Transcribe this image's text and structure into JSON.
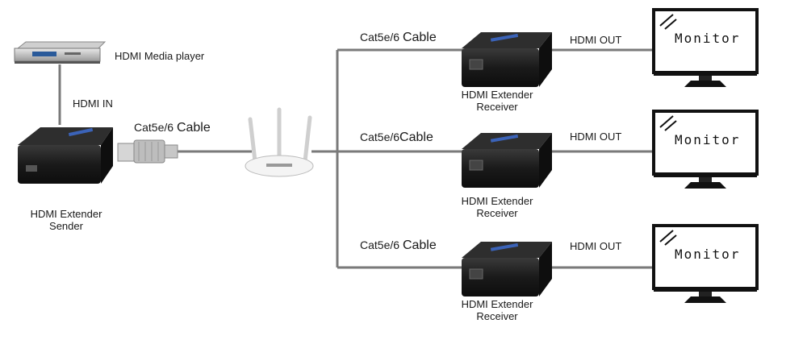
{
  "media_player": {
    "label": "HDMI Media player"
  },
  "sender": {
    "input_label": "HDMI IN",
    "label_line1": "HDMI Extender",
    "label_line2": "Sender"
  },
  "sender_cable": {
    "prefix": "Cat5e/6 ",
    "word": "Cable"
  },
  "branches": [
    {
      "cable_prefix": "Cat5e/6 ",
      "cable_word": "Cable",
      "out_label": "HDMI OUT",
      "receiver_line1": "HDMI Extender",
      "receiver_line2": "Receiver",
      "monitor_label": "Monitor"
    },
    {
      "cable_prefix": "Cat5e/6",
      "cable_word": "Cable",
      "out_label": "HDMI OUT",
      "receiver_line1": "HDMI Extender",
      "receiver_line2": "Receiver",
      "monitor_label": "Monitor"
    },
    {
      "cable_prefix": "Cat5e/6 ",
      "cable_word": "Cable",
      "out_label": "HDMI OUT",
      "receiver_line1": "HDMI Extender",
      "receiver_line2": "Receiver",
      "monitor_label": "Monitor"
    }
  ],
  "icons": [
    "media-player-icon",
    "extender-sender-icon",
    "rj45-plug-icon",
    "router-icon",
    "extender-receiver-icon",
    "monitor-icon"
  ],
  "colors": {
    "line": "#7a7a7a",
    "device": "#1c1c1c",
    "screen_border": "#111111"
  }
}
